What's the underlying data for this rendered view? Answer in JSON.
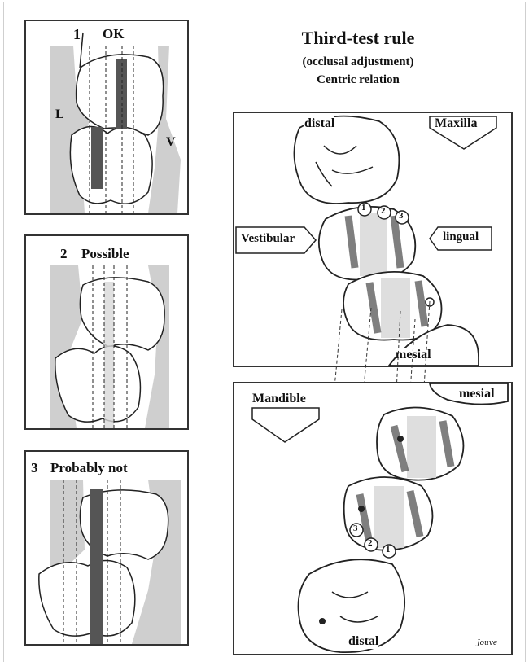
{
  "figure": {
    "title": "Third-test rule",
    "subtitle_1": "(occlusal adjustment)",
    "subtitle_2": "Centric relation"
  },
  "left_panels": [
    {
      "number": "1",
      "label": "OK",
      "side_left": "L",
      "side_right": "V"
    },
    {
      "number": "2",
      "label": "Possible"
    },
    {
      "number": "3",
      "label": "Probably not"
    }
  ],
  "maxilla_panel": {
    "arch_label": "Maxilla",
    "distal_label": "distal",
    "mesial_label": "mesial",
    "vestibular_label": "Vestibular",
    "lingual_label": "lingual",
    "thirds": [
      "1",
      "2",
      "3"
    ]
  },
  "mandible_panel": {
    "arch_label": "Mandible",
    "mesial_label": "mesial",
    "distal_label": "distal",
    "thirds": [
      "3",
      "2",
      "1"
    ],
    "signature": "Jouve"
  },
  "colors": {
    "gray_zone": "#cfcfcf",
    "contact_band": "#555555",
    "light_band": "#d8d8d8",
    "outline": "#222222"
  }
}
